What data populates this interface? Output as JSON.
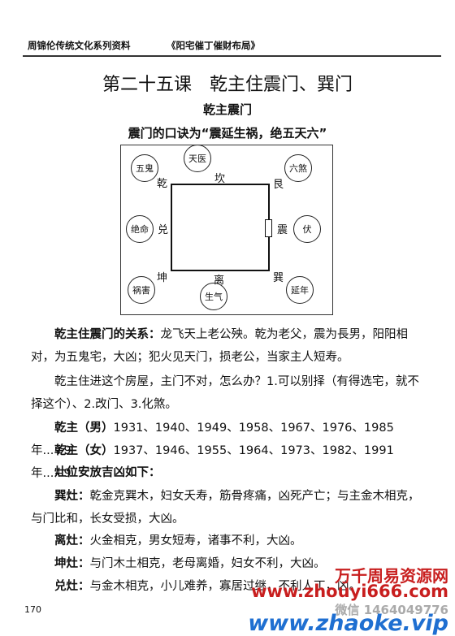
{
  "header": {
    "series": "周锦伦传统文化系列资料",
    "book": "《阳宅催丁催财布局》"
  },
  "lesson_title": "第二十五课　乾主住震门、巽门",
  "subtitle": "乾主震门",
  "motto": "震门的口诀为“震延生祸，绝五天六”",
  "diagram": {
    "circles": {
      "top_left": "五鬼",
      "top": "天医",
      "top_right": "六煞",
      "left": "绝命",
      "right": "伏",
      "bottom_left": "祸害",
      "bottom": "生气",
      "bottom_right": "延年"
    },
    "trigrams": {
      "top_left": "乾",
      "top": "坎",
      "top_right": "艮",
      "left": "兑",
      "right": "震",
      "bottom_left": "坤",
      "bottom": "离",
      "bottom_right": "巽"
    }
  },
  "paragraphs": {
    "p1_label": "乾主住震门的关系：",
    "p1_text": "龙飞天上老公殃。乾为老父，震为長男，阳阳相对，为五鬼宅，大凶；犯火见天门，损老公，当家主人短寿。",
    "p2": "乾主住进这个房屋，主门不对，怎么办？1.可以别择（有得选宅，就不择这个）、2.改门、3.化煞。",
    "male_label": "乾主（男）",
    "male_years": "1931、1940、1949、1958、1967、1976、1985 年...+9",
    "female_label": "乾主（女）",
    "female_years": "1937、1946、1955、1964、1973、1982、1991 年...+9",
    "stove_heading": "灶位安放吉凶如下：",
    "xun_label": "巽灶：",
    "xun_text": "乾金克巽木，妇女夭寿，筋骨疼痛，凶死产亡；与主金木相克，与门比和，长女受损，大凶。",
    "li_label": "离灶：",
    "li_text": "火金相克，男女短寿，诸事不利，大凶。",
    "kun_label": "坤灶：",
    "kun_text": "与门木土相克，老母离婚，妇女不利，大凶。",
    "dui_label": "兑灶：",
    "dui_text": "与金木相克，小儿难养，寡居过继，不利人丁，凶。"
  },
  "page_number": "170",
  "watermark": {
    "line1": "万千周易资源网",
    "line2": "www.zhouyi666.com",
    "line3": "微信 1464049776",
    "line4": "www.zhaoke.vip"
  }
}
